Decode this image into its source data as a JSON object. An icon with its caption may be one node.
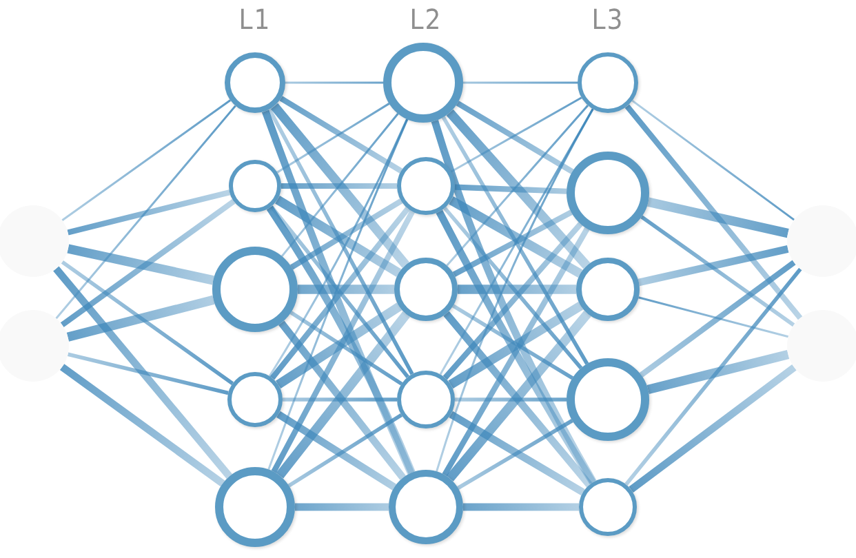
{
  "diagram": {
    "nodes": [
      {
        "text": [],
        "shape": "circle"
      },
      {
        "text": [],
        "shape": "circle"
      },
      {
        "text": [],
        "shape": "circle"
      },
      {
        "text": [],
        "shape": "circle"
      },
      {
        "text": [],
        "shape": "circle"
      },
      {
        "text": [],
        "shape": "circle"
      },
      {
        "text": [],
        "shape": "circle"
      },
      {
        "text": [],
        "shape": "circle"
      },
      {
        "text": [],
        "shape": "circle"
      },
      {
        "text": [],
        "shape": "circle"
      },
      {
        "text": [],
        "shape": "circle"
      },
      {
        "text": [],
        "shape": "circle"
      },
      {
        "text": [],
        "shape": "circle"
      },
      {
        "text": [],
        "shape": "circle"
      },
      {
        "text": [],
        "shape": "circle"
      },
      {
        "text": [],
        "shape": "circle"
      },
      {
        "text": [],
        "shape": "circle"
      },
      {
        "text": [],
        "shape": "circle"
      },
      {
        "text": [],
        "shape": "circle"
      }
    ],
    "edges": [
      {
        "from": 0,
        "to": 2,
        "arrow": "none"
      },
      {
        "from": 0,
        "to": 3,
        "arrow": "none"
      },
      {
        "from": 0,
        "to": 4,
        "arrow": "none"
      },
      {
        "from": 0,
        "to": 5,
        "arrow": "none"
      },
      {
        "from": 0,
        "to": 6,
        "arrow": "none"
      },
      {
        "from": 1,
        "to": 2,
        "arrow": "none"
      },
      {
        "from": 1,
        "to": 3,
        "arrow": "none"
      },
      {
        "from": 1,
        "to": 4,
        "arrow": "none"
      },
      {
        "from": 1,
        "to": 5,
        "arrow": "none"
      },
      {
        "from": 1,
        "to": 6,
        "arrow": "none"
      },
      {
        "from": 2,
        "to": 7,
        "arrow": "none"
      },
      {
        "from": 2,
        "to": 8,
        "arrow": "none"
      },
      {
        "from": 2,
        "to": 9,
        "arrow": "none"
      },
      {
        "from": 2,
        "to": 10,
        "arrow": "none"
      },
      {
        "from": 2,
        "to": 11,
        "arrow": "none"
      },
      {
        "from": 3,
        "to": 7,
        "arrow": "none"
      },
      {
        "from": 3,
        "to": 8,
        "arrow": "none"
      },
      {
        "from": 3,
        "to": 9,
        "arrow": "none"
      },
      {
        "from": 3,
        "to": 10,
        "arrow": "none"
      },
      {
        "from": 3,
        "to": 11,
        "arrow": "none"
      },
      {
        "from": 4,
        "to": 7,
        "arrow": "none"
      },
      {
        "from": 4,
        "to": 8,
        "arrow": "none"
      },
      {
        "from": 4,
        "to": 9,
        "arrow": "none"
      },
      {
        "from": 4,
        "to": 10,
        "arrow": "none"
      },
      {
        "from": 4,
        "to": 11,
        "arrow": "none"
      },
      {
        "from": 5,
        "to": 7,
        "arrow": "none"
      },
      {
        "from": 5,
        "to": 8,
        "arrow": "none"
      },
      {
        "from": 5,
        "to": 9,
        "arrow": "none"
      },
      {
        "from": 5,
        "to": 10,
        "arrow": "none"
      },
      {
        "from": 5,
        "to": 11,
        "arrow": "none"
      },
      {
        "from": 6,
        "to": 7,
        "arrow": "none"
      },
      {
        "from": 6,
        "to": 8,
        "arrow": "none"
      },
      {
        "from": 6,
        "to": 9,
        "arrow": "none"
      },
      {
        "from": 6,
        "to": 10,
        "arrow": "none"
      },
      {
        "from": 6,
        "to": 11,
        "arrow": "none"
      },
      {
        "from": 7,
        "to": 12,
        "arrow": "none"
      },
      {
        "from": 7,
        "to": 13,
        "arrow": "none"
      },
      {
        "from": 7,
        "to": 14,
        "arrow": "none"
      },
      {
        "from": 7,
        "to": 15,
        "arrow": "none"
      },
      {
        "from": 7,
        "to": 16,
        "arrow": "none"
      },
      {
        "from": 8,
        "to": 12,
        "arrow": "none"
      },
      {
        "from": 8,
        "to": 13,
        "arrow": "none"
      },
      {
        "from": 8,
        "to": 14,
        "arrow": "none"
      },
      {
        "from": 8,
        "to": 15,
        "arrow": "none"
      },
      {
        "from": 8,
        "to": 16,
        "arrow": "none"
      },
      {
        "from": 9,
        "to": 12,
        "arrow": "none"
      },
      {
        "from": 9,
        "to": 13,
        "arrow": "none"
      },
      {
        "from": 9,
        "to": 14,
        "arrow": "none"
      },
      {
        "from": 9,
        "to": 15,
        "arrow": "none"
      },
      {
        "from": 9,
        "to": 16,
        "arrow": "none"
      },
      {
        "from": 10,
        "to": 12,
        "arrow": "none"
      },
      {
        "from": 10,
        "to": 13,
        "arrow": "none"
      },
      {
        "from": 10,
        "to": 14,
        "arrow": "none"
      },
      {
        "from": 10,
        "to": 15,
        "arrow": "none"
      },
      {
        "from": 10,
        "to": 16,
        "arrow": "none"
      },
      {
        "from": 11,
        "to": 12,
        "arrow": "none"
      },
      {
        "from": 11,
        "to": 13,
        "arrow": "none"
      },
      {
        "from": 11,
        "to": 14,
        "arrow": "none"
      },
      {
        "from": 11,
        "to": 15,
        "arrow": "none"
      },
      {
        "from": 11,
        "to": 16,
        "arrow": "none"
      },
      {
        "from": 12,
        "to": 17,
        "arrow": "none"
      },
      {
        "from": 12,
        "to": 18,
        "arrow": "none"
      },
      {
        "from": 13,
        "to": 17,
        "arrow": "none"
      },
      {
        "from": 13,
        "to": 18,
        "arrow": "none"
      },
      {
        "from": 14,
        "to": 17,
        "arrow": "none"
      },
      {
        "from": 14,
        "to": 18,
        "arrow": "none"
      },
      {
        "from": 15,
        "to": 17,
        "arrow": "none"
      },
      {
        "from": 15,
        "to": 18,
        "arrow": "none"
      },
      {
        "from": 16,
        "to": 17,
        "arrow": "none"
      },
      {
        "from": 16,
        "to": 18,
        "arrow": "none"
      }
    ],
    "labels": [
      "L1",
      "L2",
      "L3"
    ]
  }
}
